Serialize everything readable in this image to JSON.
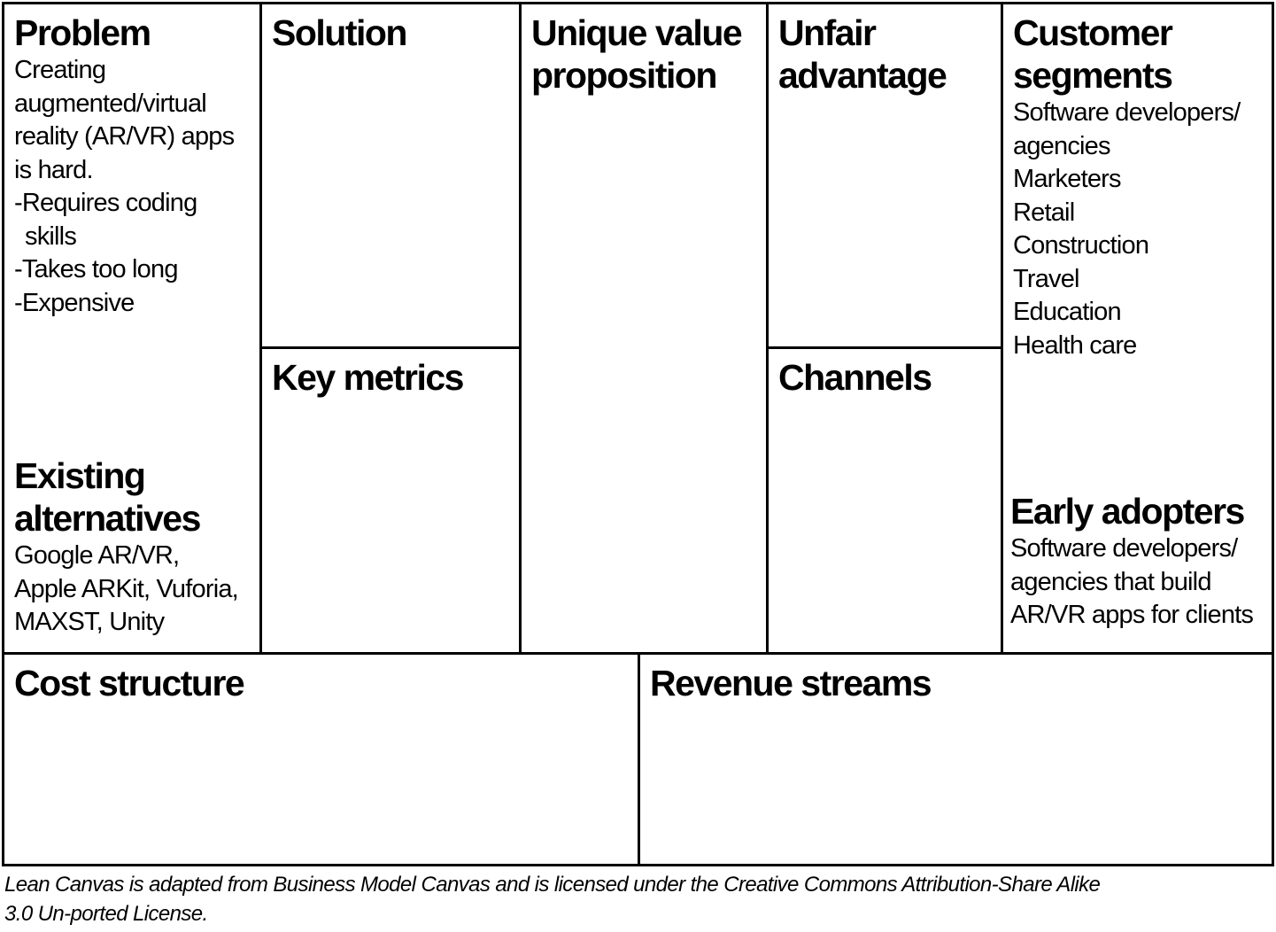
{
  "problem": {
    "title": "Problem",
    "lines": [
      "Creating",
      "augmented/virtual",
      "reality (AR/VR) apps",
      "is hard.",
      "-Requires coding",
      "skills",
      "-Takes too long",
      "-Expensive"
    ]
  },
  "existing_alternatives": {
    "title_line1": "Existing",
    "title_line2": "alternatives",
    "lines": [
      "Google AR/VR,",
      "Apple ARKit, Vuforia,",
      "MAXST, Unity"
    ]
  },
  "solution": {
    "title": "Solution"
  },
  "key_metrics": {
    "title": "Key metrics"
  },
  "unique_value_proposition": {
    "title_line1": "Unique value",
    "title_line2": "proposition"
  },
  "unfair_advantage": {
    "title_line1": "Unfair",
    "title_line2": "advantage"
  },
  "channels": {
    "title": "Channels"
  },
  "customer_segments": {
    "title_line1": "Customer",
    "title_line2": "segments",
    "lines": [
      "Software developers/",
      "agencies",
      "Marketers",
      "Retail",
      "Construction",
      "Travel",
      "Education",
      "Health care"
    ]
  },
  "early_adopters": {
    "title": "Early adopters",
    "lines": [
      "Software developers/",
      "agencies that build",
      "AR/VR apps for clients"
    ]
  },
  "cost_structure": {
    "title": "Cost structure"
  },
  "revenue_streams": {
    "title": "Revenue streams"
  },
  "footnote": {
    "line1": "Lean Canvas is adapted from Business Model Canvas and is licensed under the Creative Commons Attribution-Share Alike",
    "line2": "3.0 Un-ported License."
  },
  "colors": {
    "border": "#000000",
    "background": "#ffffff",
    "text": "#000000"
  }
}
